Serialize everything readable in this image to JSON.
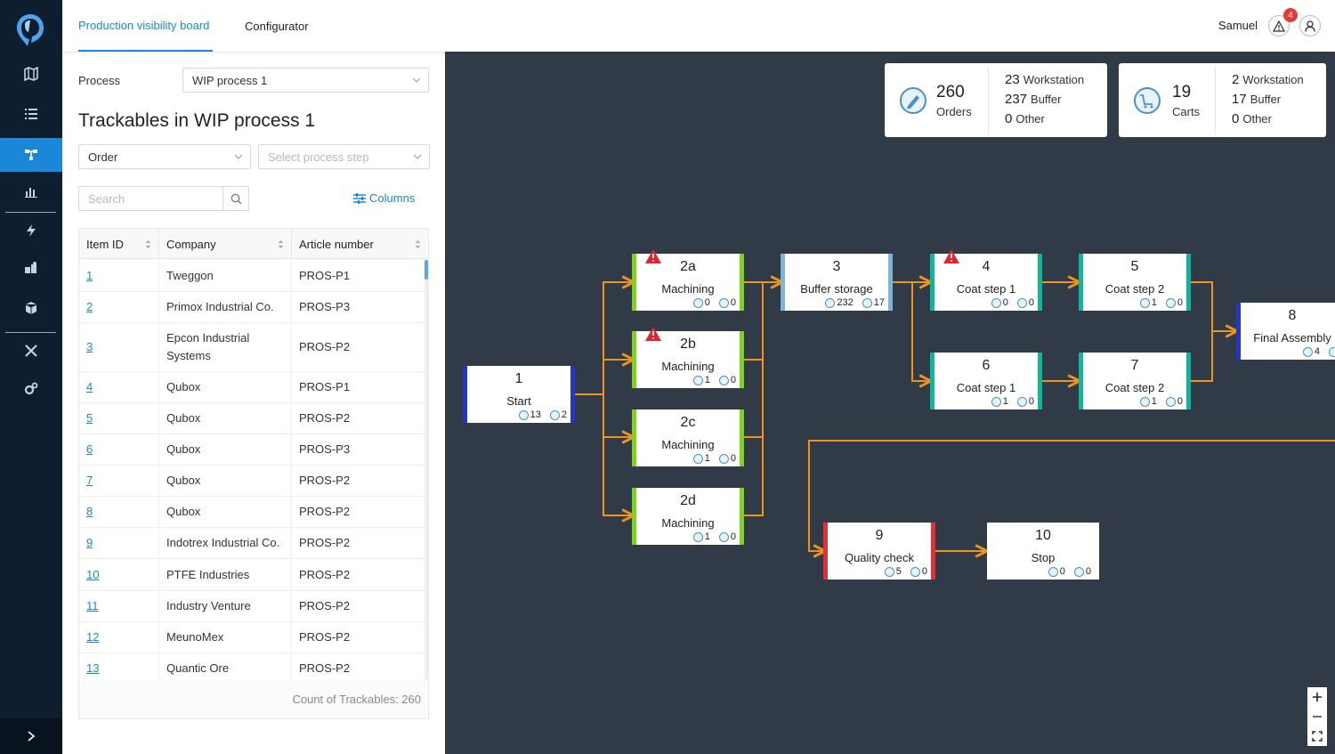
{
  "header": {
    "tabs": [
      {
        "label": "Production visibility board"
      },
      {
        "label": "Configurator"
      }
    ],
    "user_name": "Samuel",
    "notification_count": "4"
  },
  "left": {
    "process_label": "Process",
    "process_value": "WIP process 1",
    "title": "Trackables in WIP process 1",
    "type_filter": "Order",
    "step_filter_placeholder": "Select process step",
    "search_placeholder": "Search",
    "columns_label": "Columns",
    "table": {
      "headers": [
        "Item ID",
        "Company",
        "Article number"
      ],
      "rows": [
        {
          "id": "1",
          "company": "Tweggon",
          "article": "PROS-P1"
        },
        {
          "id": "2",
          "company": "Primox Industrial Co.",
          "article": "PROS-P3"
        },
        {
          "id": "3",
          "company": "Epcon Industrial Systems",
          "article": "PROS-P2"
        },
        {
          "id": "4",
          "company": "Qubox",
          "article": "PROS-P1"
        },
        {
          "id": "5",
          "company": "Qubox",
          "article": "PROS-P2"
        },
        {
          "id": "6",
          "company": "Qubox",
          "article": "PROS-P3"
        },
        {
          "id": "7",
          "company": "Qubox",
          "article": "PROS-P2"
        },
        {
          "id": "8",
          "company": "Qubox",
          "article": "PROS-P2"
        },
        {
          "id": "9",
          "company": "Indotrex Industrial Co.",
          "article": "PROS-P2"
        },
        {
          "id": "10",
          "company": "PTFE Industries",
          "article": "PROS-P2"
        },
        {
          "id": "11",
          "company": "Industry Venture",
          "article": "PROS-P2"
        },
        {
          "id": "12",
          "company": "MeunoMex",
          "article": "PROS-P2"
        },
        {
          "id": "13",
          "company": "Quantic Ore",
          "article": "PROS-P2"
        }
      ]
    },
    "count_text": "Count of Trackables: 260"
  },
  "summary": {
    "orders": {
      "total": "260",
      "label": "Orders",
      "workstation": "23",
      "buffer": "237",
      "other": "0"
    },
    "carts": {
      "total": "19",
      "label": "Carts",
      "workstation": "2",
      "buffer": "17",
      "other": "0"
    },
    "labels": {
      "workstation": "Workstation",
      "buffer": "Buffer",
      "other": "Other"
    }
  },
  "colors": {
    "accent": "#1a87d9",
    "sidebar": "#0f1e2e",
    "canvas": "#313a47",
    "flow_line": "#f0931e",
    "start_stop": "#2436c9",
    "machining": "#7ed321",
    "buffer": "#7fb4d6",
    "coat": "#13b59a",
    "quality": "#e0303a",
    "warning": "#e0252e"
  },
  "nodes": [
    {
      "key": "n1",
      "num": "1",
      "name": "Start",
      "orders": "13",
      "carts": "2",
      "kind": "start",
      "warning": false
    },
    {
      "key": "n2a",
      "num": "2a",
      "name": "Machining",
      "orders": "0",
      "carts": "0",
      "kind": "machining",
      "warning": true
    },
    {
      "key": "n2b",
      "num": "2b",
      "name": "Machining",
      "orders": "1",
      "carts": "0",
      "kind": "machining",
      "warning": true
    },
    {
      "key": "n2c",
      "num": "2c",
      "name": "Machining",
      "orders": "1",
      "carts": "0",
      "kind": "machining",
      "warning": false
    },
    {
      "key": "n2d",
      "num": "2d",
      "name": "Machining",
      "orders": "1",
      "carts": "0",
      "kind": "machining",
      "warning": false
    },
    {
      "key": "n3",
      "num": "3",
      "name": "Buffer storage",
      "orders": "232",
      "carts": "17",
      "kind": "buffer",
      "warning": false
    },
    {
      "key": "n4",
      "num": "4",
      "name": "Coat step 1",
      "orders": "0",
      "carts": "0",
      "kind": "coat",
      "warning": true
    },
    {
      "key": "n5",
      "num": "5",
      "name": "Coat step 2",
      "orders": "1",
      "carts": "0",
      "kind": "coat",
      "warning": false
    },
    {
      "key": "n6",
      "num": "6",
      "name": "Coat step 1",
      "orders": "1",
      "carts": "0",
      "kind": "coat",
      "warning": false
    },
    {
      "key": "n7",
      "num": "7",
      "name": "Coat step 2",
      "orders": "1",
      "carts": "0",
      "kind": "coat",
      "warning": false
    },
    {
      "key": "n8",
      "num": "8",
      "name": "Final Assembly",
      "orders": "4",
      "carts": "",
      "kind": "start",
      "warning": false
    },
    {
      "key": "n9",
      "num": "9",
      "name": "Quality check",
      "orders": "5",
      "carts": "0",
      "kind": "quality",
      "warning": false
    },
    {
      "key": "n10",
      "num": "10",
      "name": "Stop",
      "orders": "0",
      "carts": "0",
      "kind": "stop",
      "warning": false
    }
  ]
}
